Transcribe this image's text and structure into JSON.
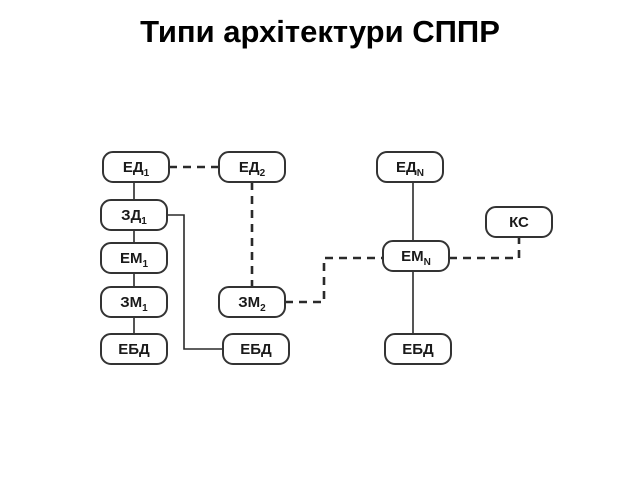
{
  "title": "Типи архітектури СППР",
  "nodes": [
    {
      "id": "ed1",
      "label": "ЕД",
      "sub": "1"
    },
    {
      "id": "zd1",
      "label": "ЗД",
      "sub": "1"
    },
    {
      "id": "em1",
      "label": "ЕМ",
      "sub": "1"
    },
    {
      "id": "zm1",
      "label": "ЗМ",
      "sub": "1"
    },
    {
      "id": "ebd1",
      "label": "ЕБД",
      "sub": ""
    },
    {
      "id": "ed2",
      "label": "ЕД",
      "sub": "2"
    },
    {
      "id": "zm2",
      "label": "ЗМ",
      "sub": "2"
    },
    {
      "id": "ebd2",
      "label": "ЕБД",
      "sub": ""
    },
    {
      "id": "edn",
      "label": "ЕД",
      "sub": "N"
    },
    {
      "id": "emn",
      "label": "ЕМ",
      "sub": "N"
    },
    {
      "id": "ebd3",
      "label": "ЕБД",
      "sub": ""
    },
    {
      "id": "ks",
      "label": "КС",
      "sub": ""
    }
  ],
  "edges": [
    {
      "from": "ed1",
      "to": "ed2",
      "style": "dashed"
    },
    {
      "from": "ed2",
      "to": "zm2",
      "style": "dashed"
    },
    {
      "from": "zm2",
      "to": "emn",
      "style": "dashed"
    },
    {
      "from": "emn",
      "to": "ks",
      "style": "dashed"
    },
    {
      "from": "zd1",
      "to": "ebd2",
      "style": "solid"
    },
    {
      "from": "edn",
      "to": "emn",
      "style": "solid"
    },
    {
      "from": "emn",
      "to": "ebd3",
      "style": "solid"
    },
    {
      "from": "ed1",
      "to": "zd1",
      "style": "solid"
    },
    {
      "from": "zd1",
      "to": "em1",
      "style": "solid"
    },
    {
      "from": "em1",
      "to": "zm1",
      "style": "solid"
    },
    {
      "from": "zm1",
      "to": "ebd1",
      "style": "solid"
    }
  ]
}
